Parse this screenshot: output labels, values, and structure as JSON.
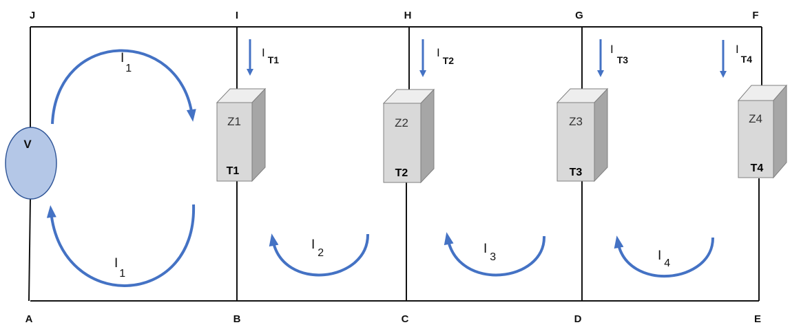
{
  "nodes": {
    "top": [
      "J",
      "I",
      "H",
      "G",
      "F"
    ],
    "bottom": [
      "A",
      "B",
      "C",
      "D",
      "E"
    ]
  },
  "source": {
    "label": "V"
  },
  "loads": [
    {
      "z": "Z1",
      "t": "T1",
      "it_main": "I",
      "it_sub": "T1"
    },
    {
      "z": "Z2",
      "t": "T2",
      "it_main": "I",
      "it_sub": "T2"
    },
    {
      "z": "Z3",
      "t": "T3",
      "it_main": "I",
      "it_sub": "T3"
    },
    {
      "z": "Z4",
      "t": "T4",
      "it_main": "I",
      "it_sub": "T4"
    }
  ],
  "loop_currents": [
    {
      "main": "I",
      "sub": "1"
    },
    {
      "main": "I",
      "sub": "1"
    },
    {
      "main": "I",
      "sub": "2"
    },
    {
      "main": "I",
      "sub": "3"
    },
    {
      "main": "I",
      "sub": "4"
    }
  ],
  "colors": {
    "wire": "#111111",
    "arrow": "#4472c4",
    "source_fill": "#b4c7e7",
    "source_stroke": "#2f5597",
    "box_front": "#d9d9d9",
    "box_side": "#a6a6a6",
    "box_top": "#eeeeee"
  }
}
